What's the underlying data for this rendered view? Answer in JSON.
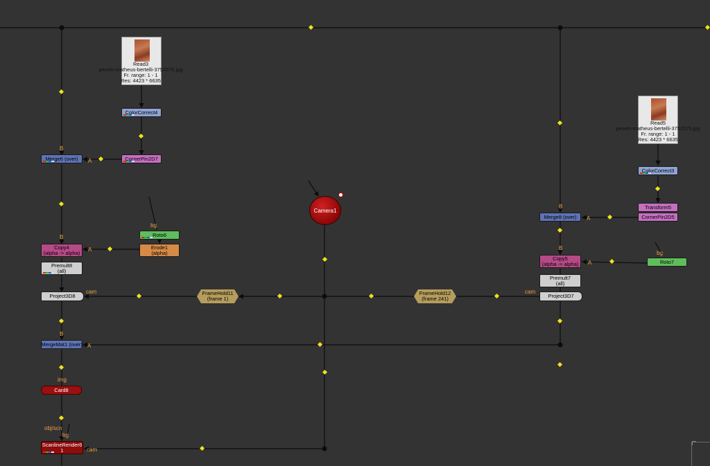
{
  "nodes": {
    "read3": {
      "title": "Read3",
      "file": "pexels-matheus-bertelli-3752575.jpg",
      "range": "Fr. range: 1 - 1",
      "res": "Res: 4423 * 6635"
    },
    "read5": {
      "title": "Read5",
      "file": "pexels-matheus-bertelli-3752575.jpg",
      "range": "Fr. range: 1 - 1",
      "res": "Res: 4423 * 6635"
    },
    "colorcorrect4": "ColorCorrect4",
    "colorcorrect3": "ColorCorrect3",
    "cornerpin2d7": "CornerPin2D7",
    "cornerpin2d5": "CornerPin2D5",
    "transform5": "Transform5",
    "merge6": "Merge6 (over)",
    "merge8": "Merge8 (over)",
    "roto6": "Roto6",
    "roto7": "Roto7",
    "erode1": {
      "title": "Erode1",
      "sub": "(alpha)"
    },
    "copy4": {
      "title": "Copy4",
      "sub": "(alpha -> alpha)"
    },
    "copy5": {
      "title": "Copy5",
      "sub": "(alpha -> alpha)"
    },
    "premult8": {
      "title": "Premult8",
      "sub": "(all)"
    },
    "premult7": {
      "title": "Premult7",
      "sub": "(all)"
    },
    "project3d8": "Project3D8",
    "project3d7": "Project3D7",
    "framehold11": {
      "title": "FrameHold11",
      "sub": "(frame 1)"
    },
    "framehold12": {
      "title": "FrameHold12",
      "sub": "(frame 241)"
    },
    "camera1": "Camera1",
    "mergemat1": "MergeMat1 (over)",
    "card8": "Card8",
    "scanlinerender6": {
      "title": "ScanlineRender6",
      "sub": "1"
    }
  },
  "inputs": {
    "b": "B",
    "a": "A",
    "bg": "bg",
    "cam": "cam",
    "img": "img",
    "objscn": "obj/scn"
  },
  "colors": {
    "background": "#333333",
    "pipe": "#0c0c0c",
    "dot": "#f2e21a",
    "input_label": "#f0a040"
  }
}
